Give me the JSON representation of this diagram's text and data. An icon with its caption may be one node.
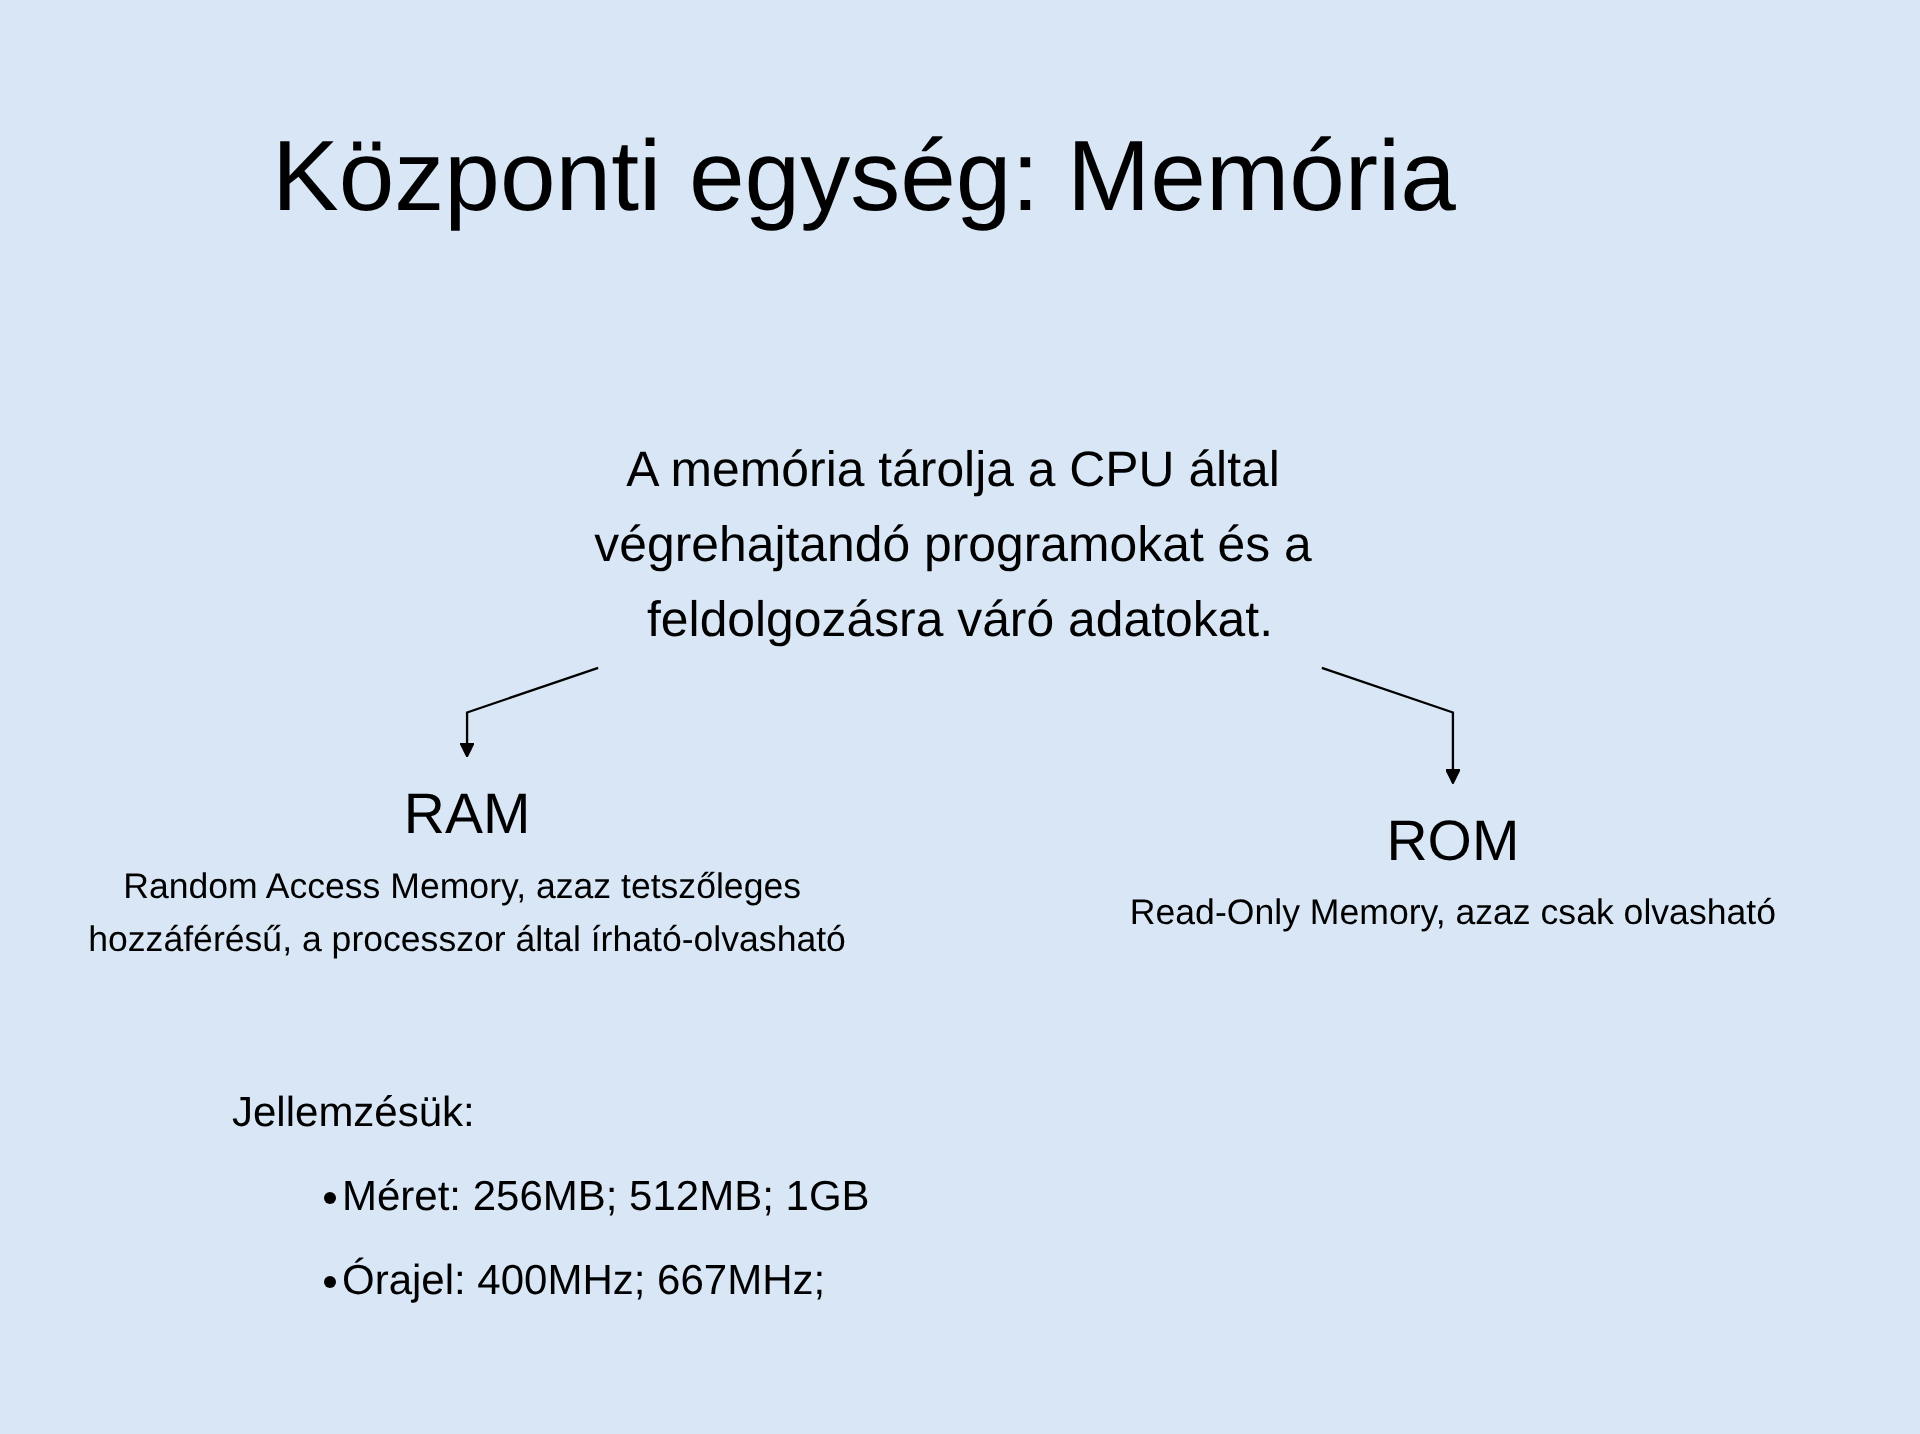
{
  "diagram": {
    "title": "Központi egység: Memória",
    "nodes": [
      {
        "text": [
          "A memória tárolja a CPU által végrehajtandó programokat és a feldolgozásra váró adatokat."
        ]
      },
      {
        "text": [
          "RAM",
          "Random Access Memory, azaz tetszőleges hozzáférésű, a processzor által írható-olvasható"
        ]
      },
      {
        "text": [
          "ROM",
          "Read-Only Memory, azaz csak olvasható"
        ]
      }
    ],
    "edges": [
      {
        "from": 0,
        "to": 1,
        "arrow": "to"
      },
      {
        "from": 0,
        "to": 2,
        "arrow": "to"
      }
    ],
    "labels": [
      "Jellemzésük:",
      "Méret: 256MB; 512MB; 1GB",
      "Órajel: 400MHz; 667MHz;"
    ]
  }
}
